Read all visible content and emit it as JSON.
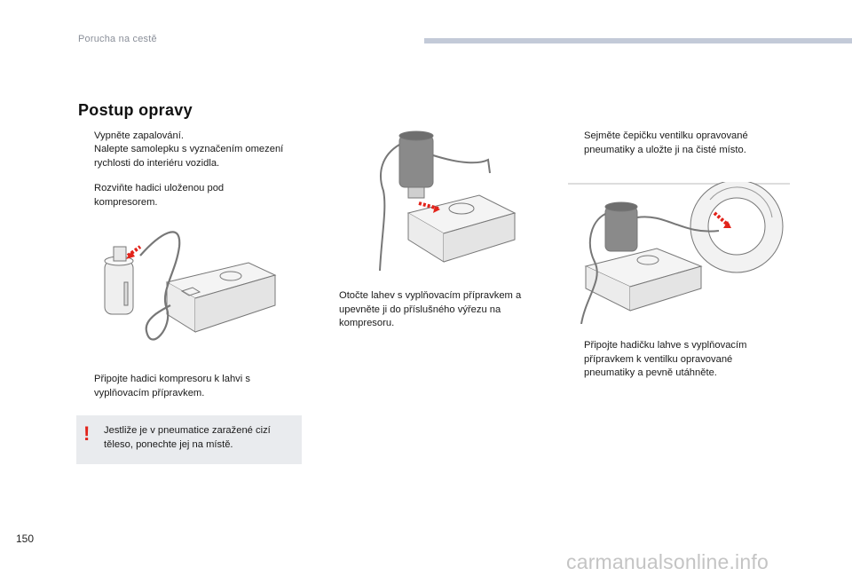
{
  "header": {
    "title": "Porucha na cestě"
  },
  "section": {
    "title": "Postup opravy"
  },
  "steps": [
    {
      "mark": "",
      "text": "Vypněte zapalování."
    },
    {
      "mark": "",
      "text": "Nalepte samolepku s vyznačením omezení rychlosti do interiéru vozidla."
    },
    {
      "mark": "",
      "text": "Rozviňte hadici uloženou pod kompresorem."
    },
    {
      "mark": "",
      "text": "Připojte hadici kompresoru k lahvi s vyplňovacím přípravkem."
    },
    {
      "mark": "",
      "text": "Otočte lahev s vyplňovacím přípravkem a upevněte ji do příslušného výřezu na kompresoru."
    },
    {
      "mark": "",
      "text": "Sejměte čepičku ventilku opravované pneumatiky a uložte ji na čisté místo."
    },
    {
      "mark": "",
      "text": "Připojte hadičku lahve s vyplňovacím přípravkem k ventilku opravované pneumatiky a pevně utáhněte."
    }
  ],
  "warning": {
    "icon": "!",
    "text": "Jestliže je v pneumatice zaražené cizí těleso, ponechte jej na místě."
  },
  "footer": {
    "page_number": "150",
    "watermark": "carmanualsonline.info"
  },
  "colors": {
    "accent_red": "#e2231a",
    "header_bar": "#c3cad8",
    "warning_bg": "#e9ebee"
  }
}
